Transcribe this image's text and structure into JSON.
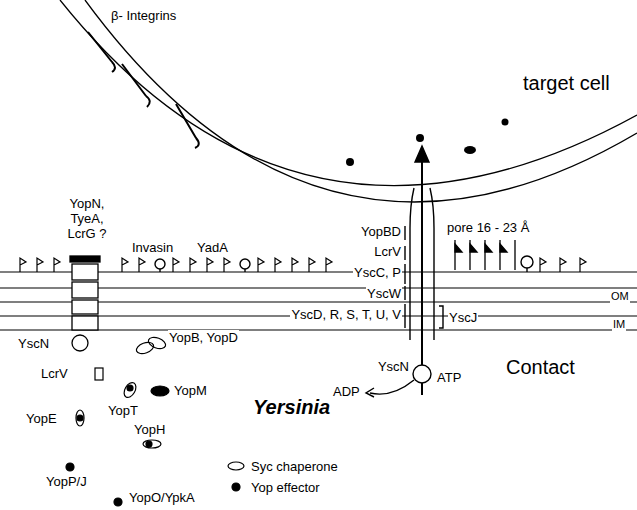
{
  "diagram": {
    "labels": [
      "β- Integrins",
      "target cell",
      "YopN, TyeA, LcrG ?",
      "Invasin",
      "YadA",
      "YopBD",
      "LcrV",
      "YscC, P",
      "YscW",
      "YscD, R, S, T, U, V",
      "pore 16 - 23 Å",
      "OM",
      "IM",
      "YscJ",
      "YscN",
      "YscN",
      "ATP",
      "ADP",
      "Contact",
      "YopB, YopD",
      "LcrV",
      "YopE",
      "YopT",
      "YopM",
      "Yersinia",
      "YopH",
      "YopP/J",
      "YopO/YpkA"
    ],
    "legend": [
      {
        "text": "Syc chaperone"
      },
      {
        "text": "Yop effector"
      }
    ]
  }
}
